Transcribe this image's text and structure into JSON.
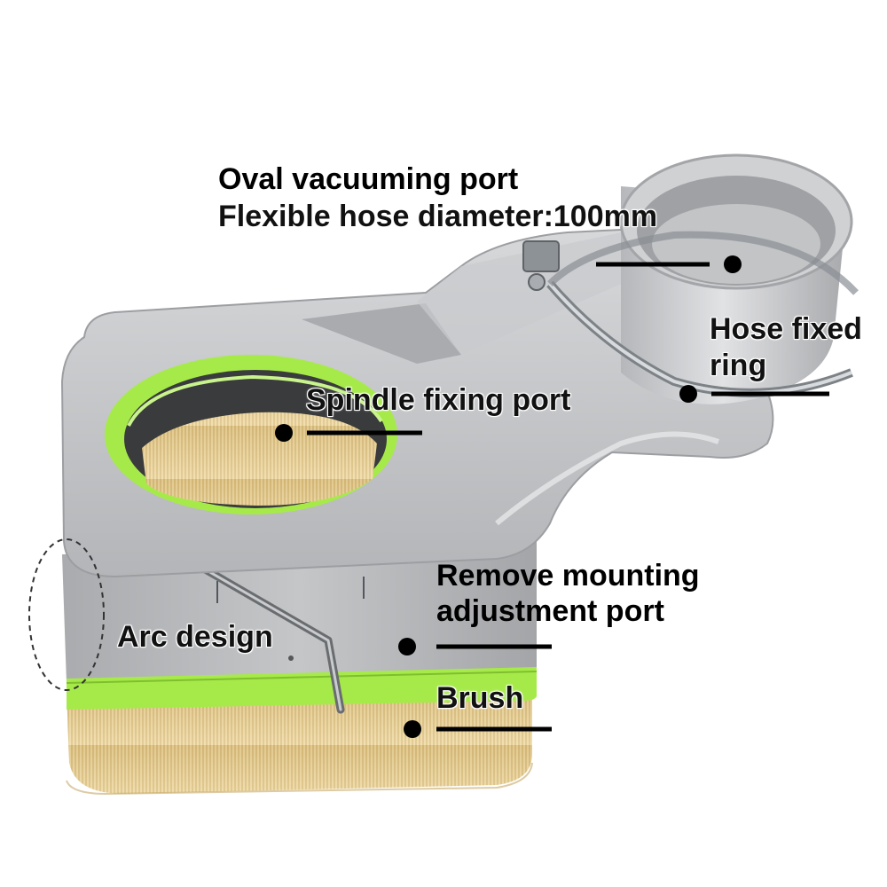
{
  "product": "CNC spindle dust shoe with brush",
  "colors": {
    "body": "#bcbec1",
    "body_light": "#d9dadc",
    "accent_green": "#a6ea4a",
    "brush": "#e3c98e",
    "clamp": "#9aa0a6",
    "text": "#000000"
  },
  "labels": {
    "oval_port_line1": "Oval vacuuming port",
    "oval_port_line2": "Flexible hose diameter:100mm",
    "hose_ring_line1": "Hose fixed",
    "hose_ring_line2": "ring",
    "spindle_port": "Spindle fixing port",
    "mount_port_line1": "Remove mounting",
    "mount_port_line2": "adjustment port",
    "arc_design": "Arc design",
    "brush": "Brush"
  }
}
